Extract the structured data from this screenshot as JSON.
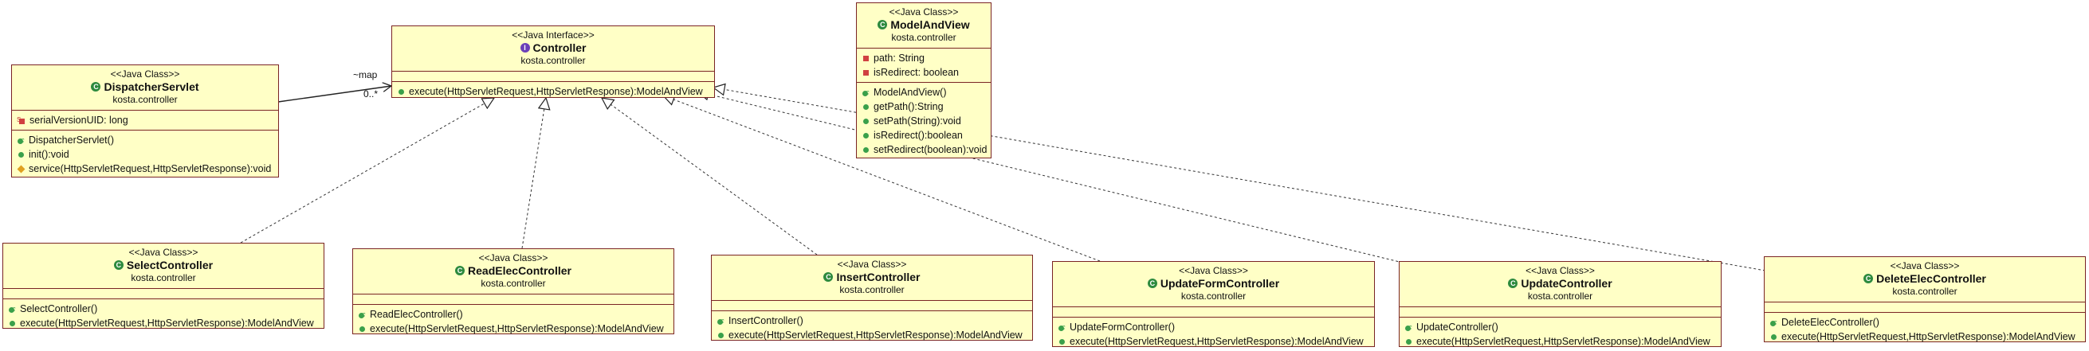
{
  "diagram": {
    "classes": [
      {
        "id": "controller",
        "stereotype": "<<Java Interface>>",
        "name": "Controller",
        "kind": "interface",
        "package": "kosta.controller",
        "fields": [],
        "methods": [
          {
            "vis": "public",
            "text": "execute(HttpServletRequest,HttpServletResponse):ModelAndView"
          }
        ]
      },
      {
        "id": "modelandview",
        "stereotype": "<<Java Class>>",
        "name": "ModelAndView",
        "kind": "class",
        "package": "kosta.controller",
        "fields": [
          {
            "vis": "private",
            "text": "path: String"
          },
          {
            "vis": "private",
            "text": "isRedirect: boolean"
          }
        ],
        "methods": [
          {
            "vis": "ctor",
            "text": "ModelAndView()"
          },
          {
            "vis": "public",
            "text": "getPath():String"
          },
          {
            "vis": "public",
            "text": "setPath(String):void"
          },
          {
            "vis": "public",
            "text": "isRedirect():boolean"
          },
          {
            "vis": "public",
            "text": "setRedirect(boolean):void"
          }
        ]
      },
      {
        "id": "dispatcherservlet",
        "stereotype": "<<Java Class>>",
        "name": "DispatcherServlet",
        "kind": "class",
        "package": "kosta.controller",
        "fields": [
          {
            "vis": "static-final",
            "text": "serialVersionUID: long"
          }
        ],
        "methods": [
          {
            "vis": "ctor",
            "text": "DispatcherServlet()"
          },
          {
            "vis": "public",
            "text": "init():void"
          },
          {
            "vis": "protected",
            "text": "service(HttpServletRequest,HttpServletResponse):void"
          }
        ]
      },
      {
        "id": "selectcontroller",
        "stereotype": "<<Java Class>>",
        "name": "SelectController",
        "kind": "class",
        "package": "kosta.controller",
        "fields": [],
        "methods": [
          {
            "vis": "ctor",
            "text": "SelectController()"
          },
          {
            "vis": "public",
            "text": "execute(HttpServletRequest,HttpServletResponse):ModelAndView"
          }
        ]
      },
      {
        "id": "readeleccontroller",
        "stereotype": "<<Java Class>>",
        "name": "ReadElecController",
        "kind": "class",
        "package": "kosta.controller",
        "fields": [],
        "methods": [
          {
            "vis": "ctor",
            "text": "ReadElecController()"
          },
          {
            "vis": "public",
            "text": "execute(HttpServletRequest,HttpServletResponse):ModelAndView"
          }
        ]
      },
      {
        "id": "insertcontroller",
        "stereotype": "<<Java Class>>",
        "name": "InsertController",
        "kind": "class",
        "package": "kosta.controller",
        "fields": [],
        "methods": [
          {
            "vis": "ctor",
            "text": "InsertController()"
          },
          {
            "vis": "public",
            "text": "execute(HttpServletRequest,HttpServletResponse):ModelAndView"
          }
        ]
      },
      {
        "id": "updateformcontroller",
        "stereotype": "<<Java Class>>",
        "name": "UpdateFormController",
        "kind": "class",
        "package": "kosta.controller",
        "fields": [],
        "methods": [
          {
            "vis": "ctor",
            "text": "UpdateFormController()"
          },
          {
            "vis": "public",
            "text": "execute(HttpServletRequest,HttpServletResponse):ModelAndView"
          }
        ]
      },
      {
        "id": "updatecontroller",
        "stereotype": "<<Java Class>>",
        "name": "UpdateController",
        "kind": "class",
        "package": "kosta.controller",
        "fields": [],
        "methods": [
          {
            "vis": "ctor",
            "text": "UpdateController()"
          },
          {
            "vis": "public",
            "text": "execute(HttpServletRequest,HttpServletResponse):ModelAndView"
          }
        ]
      },
      {
        "id": "deleteeleccontroller",
        "stereotype": "<<Java Class>>",
        "name": "DeleteElecController",
        "kind": "class",
        "package": "kosta.controller",
        "fields": [],
        "methods": [
          {
            "vis": "ctor",
            "text": "DeleteElecController()"
          },
          {
            "vis": "public",
            "text": "execute(HttpServletRequest,HttpServletResponse):ModelAndView"
          }
        ]
      }
    ],
    "association": {
      "from": "dispatcherservlet",
      "to": "controller",
      "role": "~map",
      "multiplicity": "0..*"
    },
    "realizations": [
      {
        "from": "selectcontroller",
        "to": "controller"
      },
      {
        "from": "readeleccontroller",
        "to": "controller"
      },
      {
        "from": "insertcontroller",
        "to": "controller"
      },
      {
        "from": "updateformcontroller",
        "to": "controller"
      },
      {
        "from": "updatecontroller",
        "to": "controller"
      },
      {
        "from": "deleteeleccontroller",
        "to": "controller"
      }
    ],
    "colors": {
      "box_fill": "#ffffc6",
      "box_border": "#7a2424",
      "class_icon": "#2d8a3e",
      "interface_icon": "#6a3fb8",
      "edge": "#333333"
    }
  }
}
